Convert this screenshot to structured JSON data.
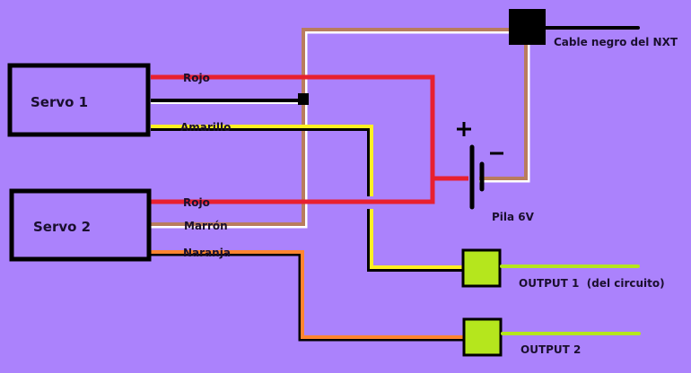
{
  "colors": {
    "background": "#ab82fc",
    "red": "#e8202f",
    "yellow": "#fff022",
    "brown": "#b97c5e",
    "orange": "#ff8530",
    "black": "#000000",
    "output_box": "#b5e61d",
    "output_line": "#b5e61d"
  },
  "servos": [
    {
      "label": "Servo 1"
    },
    {
      "label": "Servo 2"
    }
  ],
  "wires": {
    "servo1": [
      {
        "label": "Rojo",
        "color": "red"
      },
      {
        "label": "",
        "color": "black"
      },
      {
        "label": "Amarillo",
        "color": "yellow"
      }
    ],
    "servo2": [
      {
        "label": "Rojo",
        "color": "red"
      },
      {
        "label": "Marrón",
        "color": "brown"
      },
      {
        "label": "Naranja",
        "color": "orange"
      }
    ]
  },
  "nxt": {
    "label": "Cable negro del NXT"
  },
  "battery": {
    "label": "Pila 6V",
    "plus": "+",
    "minus": "−"
  },
  "outputs": [
    {
      "label": "OUTPUT 1  (del circuito)"
    },
    {
      "label": "OUTPUT 2"
    }
  ]
}
